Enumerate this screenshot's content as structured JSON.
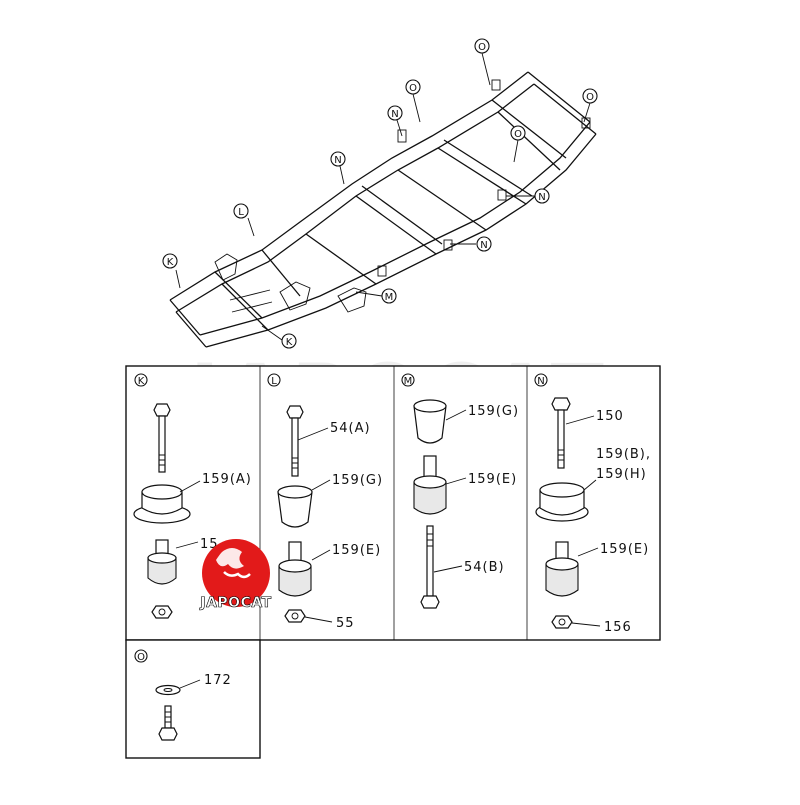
{
  "watermark": "JAPOCAT",
  "logo": {
    "text": "JAPOCAT",
    "color": "#e21a1a"
  },
  "frame_callouts": [
    "O",
    "O",
    "O",
    "O",
    "N",
    "N",
    "N",
    "N",
    "L",
    "K",
    "K",
    "M"
  ],
  "sections": {
    "K": {
      "letter": "K",
      "labels": [
        "159(A)",
        "15"
      ]
    },
    "L": {
      "letter": "L",
      "labels": [
        "54(A)",
        "159(G)",
        "159(E)",
        "55"
      ]
    },
    "M": {
      "letter": "M",
      "labels": [
        "159(G)",
        "159(E)",
        "54(B)"
      ]
    },
    "N": {
      "letter": "N",
      "labels": [
        "150",
        "159(B),",
        "159(H)",
        "159(E)",
        "156"
      ]
    },
    "O": {
      "letter": "O",
      "labels": [
        "172"
      ]
    }
  }
}
